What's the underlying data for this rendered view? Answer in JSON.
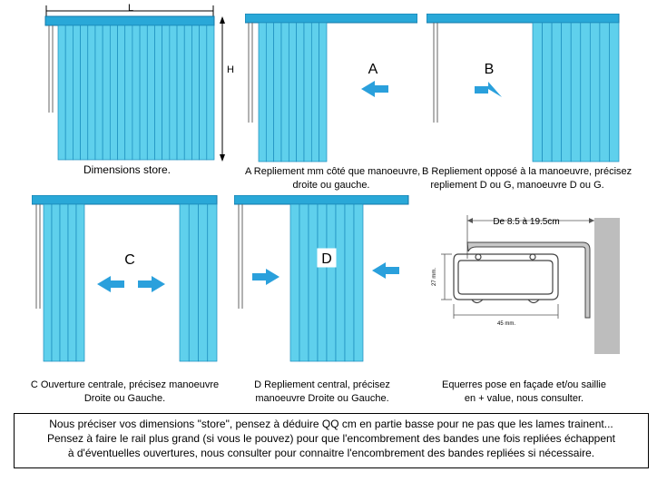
{
  "colors": {
    "rail": "#29a8d8",
    "rail_dark": "#1478a8",
    "slat": "#5fd0ec",
    "slat_line": "#1a8cbc",
    "arrow": "#2aa0dc",
    "wall": "#bdbdbd",
    "profile_fill": "#c8c8c8"
  },
  "dimensions_panel": {
    "width_label": "L",
    "height_label": "H",
    "caption": "Dimensions store."
  },
  "option_a": {
    "letter": "A",
    "caption_line1": "A Repliement mm côté que manoeuvre,",
    "caption_line2": "droite ou gauche."
  },
  "option_b": {
    "letter": "B",
    "caption_line1": "B Repliement opposé à la manoeuvre, précisez",
    "caption_line2": "repliement D ou G, manoeuvre D ou G."
  },
  "option_c": {
    "letter": "C",
    "caption_line1": "C Ouverture centrale, précisez manoeuvre",
    "caption_line2": "Droite ou Gauche."
  },
  "option_d": {
    "letter": "D",
    "caption_line1": "D Repliement central, précisez",
    "caption_line2": "manoeuvre Droite ou Gauche."
  },
  "bracket_panel": {
    "range_label": "De 8.5 à 19.5cm",
    "height_dim": "27 mm.",
    "width_dim": "45 mm.",
    "caption_line1": "Equerres pose en façade et/ou saillie",
    "caption_line2": "en + value, nous consulter."
  },
  "note": {
    "line1": "Nous préciser vos dimensions \"store\", pensez à déduire QQ cm en partie basse pour ne pas que les lames trainent...",
    "line2": "Pensez à faire le rail plus grand (si vous le pouvez) pour que l'encombrement des bandes une fois repliées échappent",
    "line3": "à d'éventuelles ouvertures, nous consulter pour connaitre l'encombrement des bandes repliées si nécessaire."
  }
}
